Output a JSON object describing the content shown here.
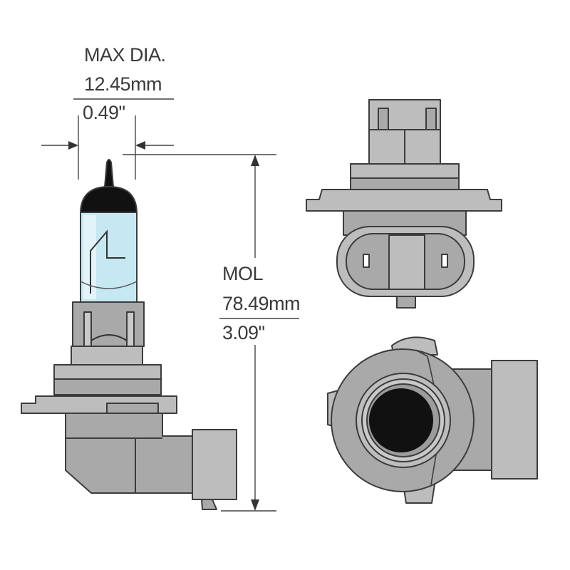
{
  "diameter": {
    "heading": "MAX DIA.",
    "metric": "12.45mm",
    "imperial": "0.49\""
  },
  "length": {
    "heading": "MOL",
    "metric": "78.49mm",
    "imperial": "3.09\""
  },
  "colors": {
    "housing": "#a9a9a9",
    "housing_light": "#bdbdbd",
    "outline": "#3c3c3c",
    "glass": "#c6e8f3",
    "cap": "#111111",
    "text": "#3a3a3a"
  }
}
